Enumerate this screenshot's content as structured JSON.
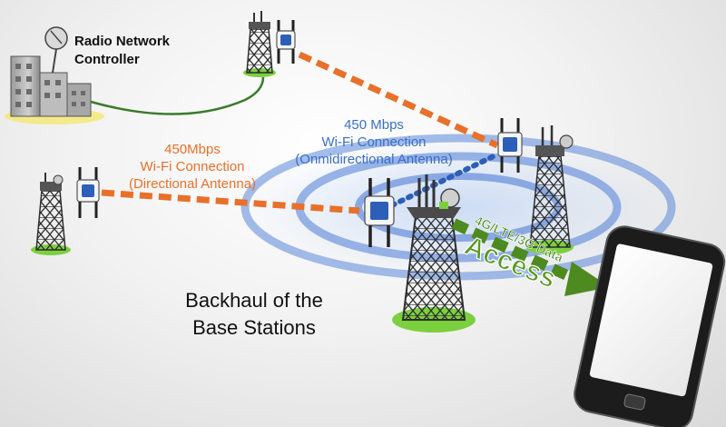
{
  "labels": {
    "rnc_line1": "Radio Network",
    "rnc_line2": "Controller",
    "orange_speed": "450Mbps",
    "orange_conn": "Wi-Fi Connection",
    "orange_ant": "(Directional Antenna)",
    "blue_speed": "450 Mbps",
    "blue_conn": "Wi-Fi Connection",
    "blue_ant": "(Onmidirectional Antenna)",
    "backhaul_line1": "Backhaul of the",
    "backhaul_line2": "Base Stations",
    "data_label": "4G/LTE/3G Data",
    "access_label": "Access"
  },
  "colors": {
    "orange_link": "#e8702a",
    "blue_link": "#2e5fb8",
    "green_access": "#4d8a1f",
    "tower": "#3b3b3b",
    "ring": "#5a86d8"
  },
  "icons": [
    "building-icon",
    "tower-icon",
    "antenna-unit-icon",
    "smartphone-icon",
    "arrow-icon"
  ]
}
